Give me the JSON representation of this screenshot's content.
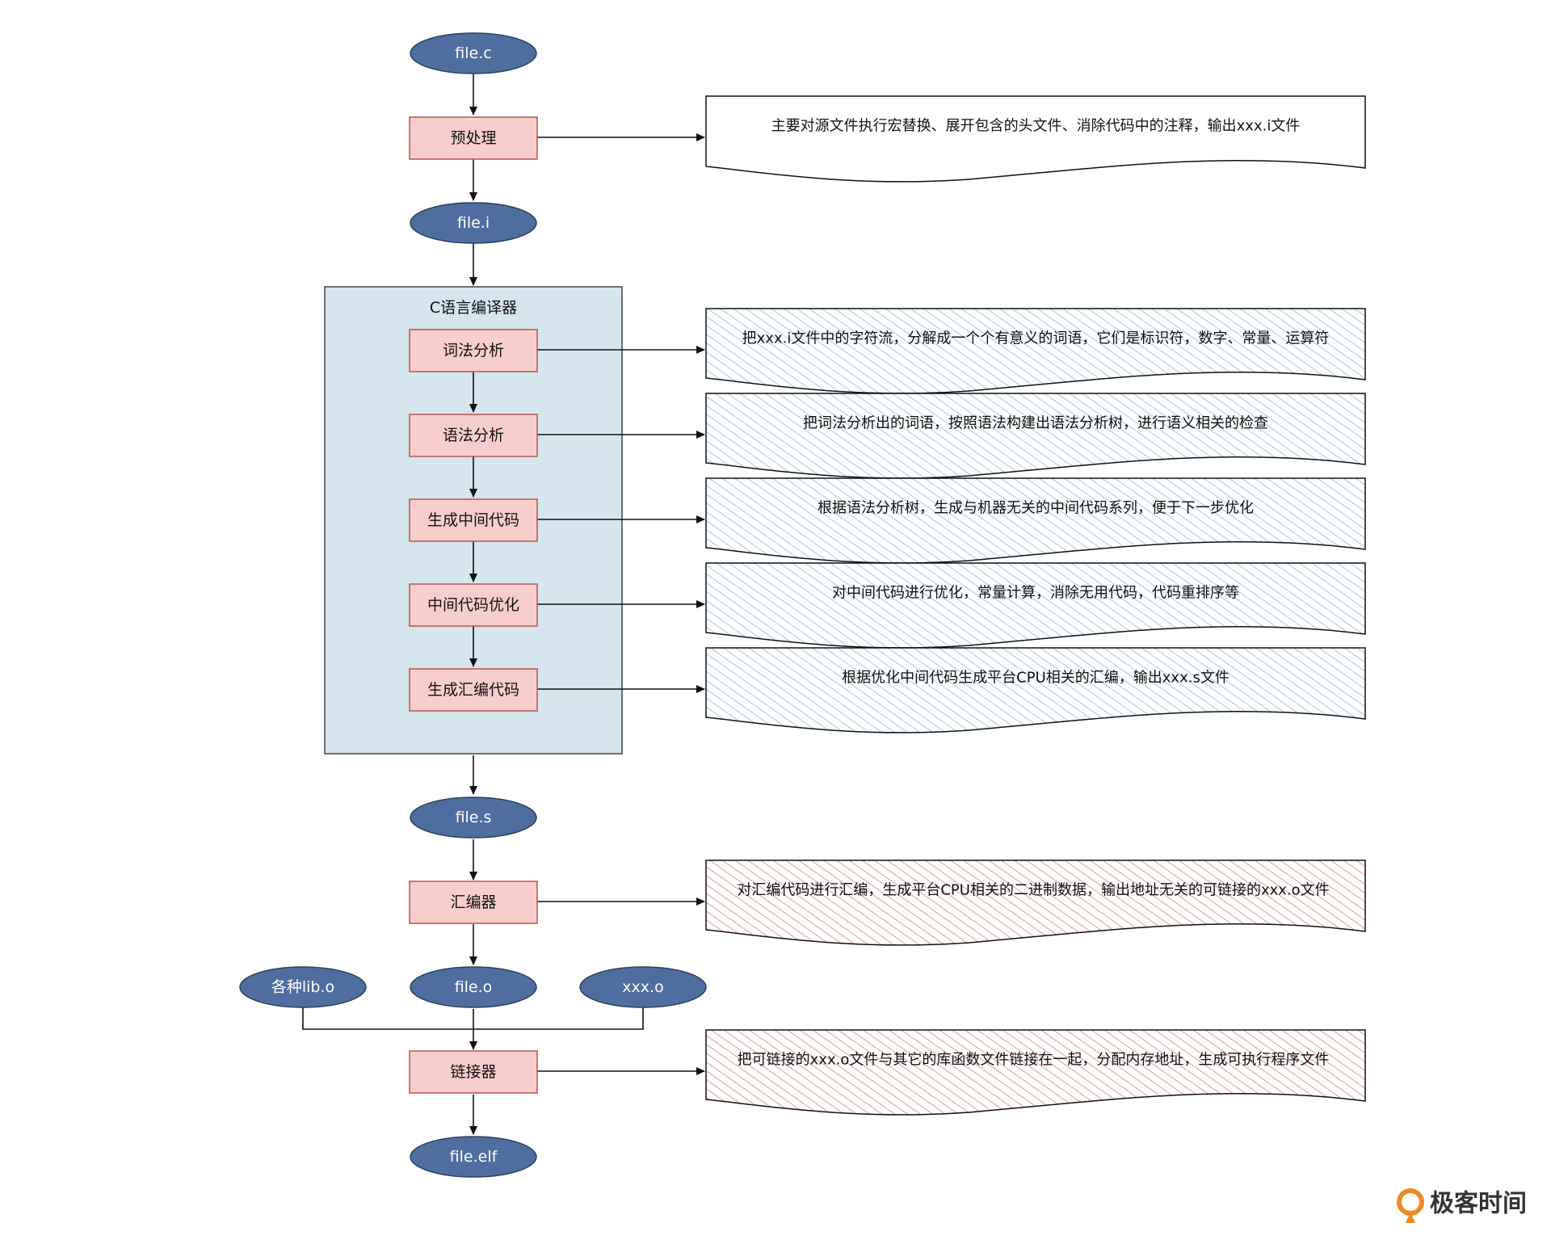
{
  "colors": {
    "ellipse_fill": "#4f6ea0",
    "ellipse_stroke": "#2d3f5e",
    "box_fill": "#f8cecc",
    "box_stroke": "#b85450",
    "group_fill": "#d5e6ee",
    "group_stroke": "#444444",
    "note_blue_hatch": "#a9cfe0",
    "note_red_hatch": "#e8a0a0",
    "brand_orange": "#f08a24"
  },
  "diagram": {
    "ellipses": {
      "file_c": "file.c",
      "file_i": "file.i",
      "file_s": "file.s",
      "file_o": "file.o",
      "lib_o": "各种lib.o",
      "xxx_o": "xxx.o",
      "file_elf": "file.elf"
    },
    "boxes": {
      "preprocess": "预处理",
      "lexical": "词法分析",
      "syntax": "语法分析",
      "ir_gen": "生成中间代码",
      "ir_opt": "中间代码优化",
      "asm_gen": "生成汇编代码",
      "assembler": "汇编器",
      "linker": "链接器"
    },
    "group": {
      "title": "C语言编译器"
    },
    "notes": {
      "preprocess": "主要对源文件执行宏替换、展开包含的头文件、消除代码中的注释，输出xxx.i文件",
      "lexical": "把xxx.i文件中的字符流，分解成一个个有意义的词语，它们是标识符，数字、常量、运算符",
      "syntax": "把词法分析出的词语，按照语法构建出语法分析树，进行语义相关的检查",
      "ir_gen": "根据语法分析树，生成与机器无关的中间代码系列，便于下一步优化",
      "ir_opt": "对中间代码进行优化，常量计算，消除无用代码，代码重排序等",
      "asm_gen": "根据优化中间代码生成平台CPU相关的汇编，输出xxx.s文件",
      "assembler": "对汇编代码进行汇编，生成平台CPU相关的二进制数据，输出地址无关的可链接的xxx.o文件",
      "linker": "把可链接的xxx.o文件与其它的库函数文件链接在一起，分配内存地址，生成可执行程序文件"
    }
  },
  "brand": {
    "logo_icon": "geektime-logo-icon",
    "name": "极客时间"
  }
}
